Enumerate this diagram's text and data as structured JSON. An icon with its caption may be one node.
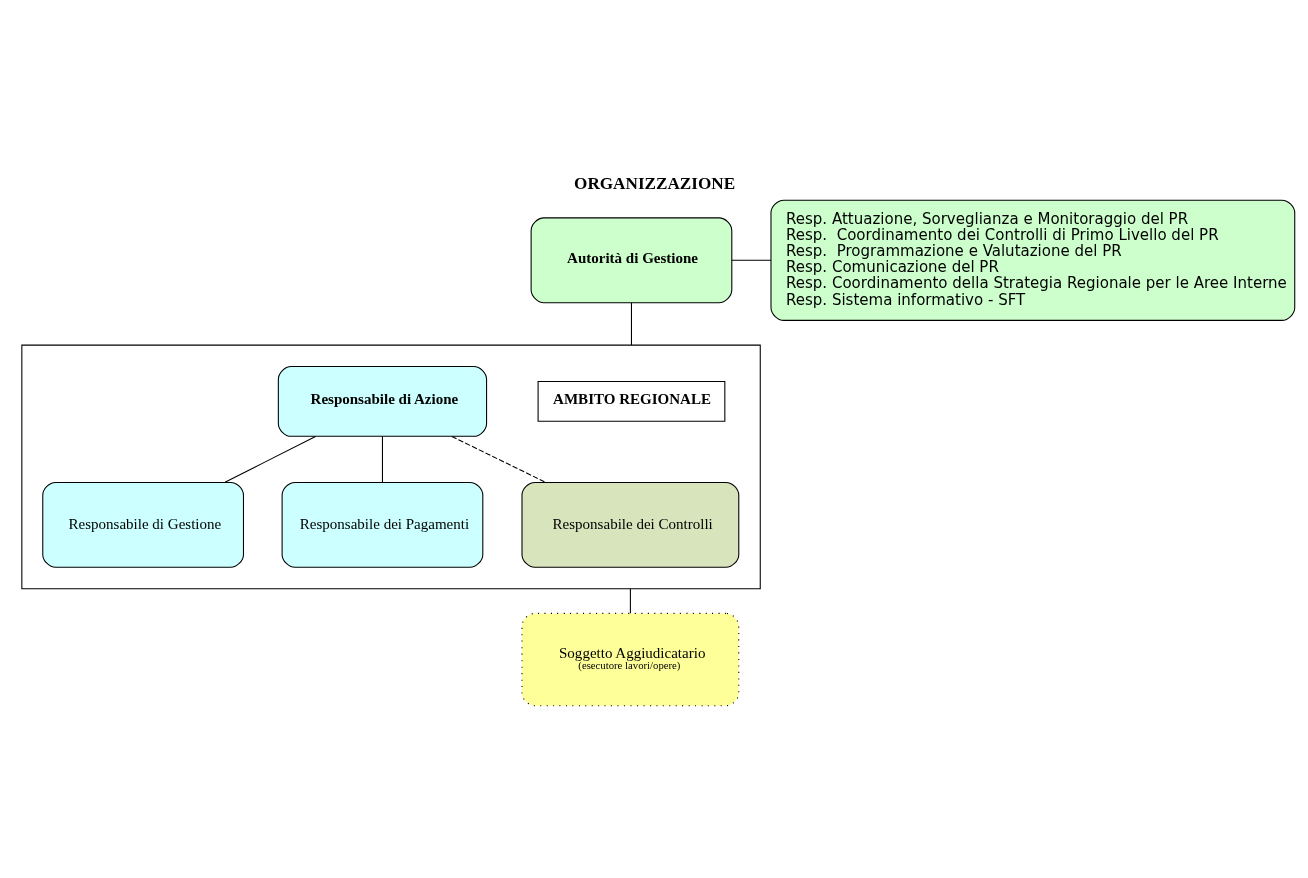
{
  "diagram": {
    "title": "ORGANIZZAZIONE",
    "nodes": [
      {
        "text": [
          "Autorità di Gestione"
        ]
      },
      {
        "text": [
          "Resp. Attuazione, Sorveglianza e Monitoraggio del PR",
          "Resp.  Coordinamento dei Controlli di Primo Livello del PR",
          "Resp.  Programmazione e Valutazione del PR",
          "Resp. Comunicazione del PR",
          "Resp. Coordinamento della Strategia Regionale per le Aree Interne",
          "Resp. Sistema informativo - SFT"
        ]
      },
      {
        "text": [],
        "shape": "box"
      },
      {
        "text": [
          "AMBITO REGIONALE"
        ],
        "in": 2
      },
      {
        "text": [
          "Responsabile di Azione"
        ],
        "in": 2
      },
      {
        "text": [
          "Responsabile di Gestione"
        ],
        "in": 2
      },
      {
        "text": [
          "Responsabile dei Pagamenti"
        ],
        "in": 2
      },
      {
        "text": [
          "Responsabile dei Controlli"
        ],
        "in": 2
      },
      {
        "text": [
          "Soggetto Aggiudicatario",
          "(esecutore lavori/opere)"
        ]
      }
    ],
    "edges": [
      {
        "from": 0,
        "to": 1,
        "arrow": "none"
      },
      {
        "from": 0,
        "to": 2,
        "arrow": "none"
      },
      {
        "from": 4,
        "to": 5,
        "arrow": "none"
      },
      {
        "from": 4,
        "to": 6,
        "arrow": "none"
      },
      {
        "from": 4,
        "to": 7,
        "arrow": "none",
        "style": "dashed"
      },
      {
        "from": 2,
        "to": 8,
        "arrow": "none"
      }
    ]
  }
}
